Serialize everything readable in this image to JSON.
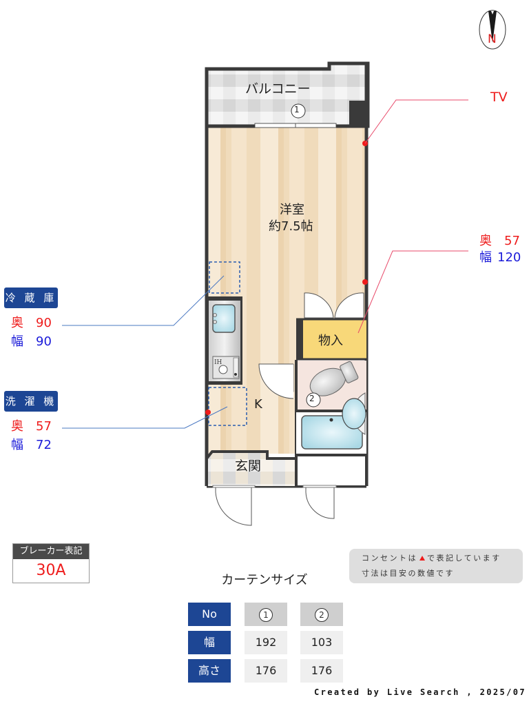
{
  "compass": {
    "label": "N"
  },
  "rooms": {
    "balcony": "バルコニー",
    "western_room": {
      "name": "洋室",
      "size": "約7.5帖"
    },
    "storage": "物入",
    "kitchen": "K",
    "entrance": "玄関",
    "kitchen_stove_label": "IH",
    "window_marker_1": "1",
    "window_marker_2": "2"
  },
  "annotations": {
    "tv": "TV",
    "storage_dims": {
      "depth_label": "奥",
      "depth": "57",
      "width_label": "幅",
      "width": "120"
    },
    "refrigerator": {
      "title": "冷 蔵 庫",
      "depth_label": "奥",
      "depth": "90",
      "width_label": "幅",
      "width": "90"
    },
    "washer": {
      "title": "洗 濯 機",
      "depth_label": "奥",
      "depth": "57",
      "width_label": "幅",
      "width": "72"
    }
  },
  "breaker": {
    "title": "ブレーカー表記",
    "value": "30A"
  },
  "note": {
    "line1_before": "コンセントは",
    "line1_after": "で表記しています",
    "line2": "寸法は目安の数値です"
  },
  "curtain": {
    "title": "カーテンサイズ",
    "headers": [
      "No",
      "幅",
      "高さ"
    ],
    "columns": [
      {
        "no": "1",
        "width": "192",
        "height": "176"
      },
      {
        "no": "2",
        "width": "103",
        "height": "176"
      }
    ]
  },
  "credit": "Created by Live Search , 2025/07",
  "colors": {
    "accent_blue": "#1d4694",
    "red": "#ee1c1c",
    "floor_wood": "#f2dcbc",
    "wall": "#3a3a3a",
    "storage_yellow": "#f8d879"
  }
}
